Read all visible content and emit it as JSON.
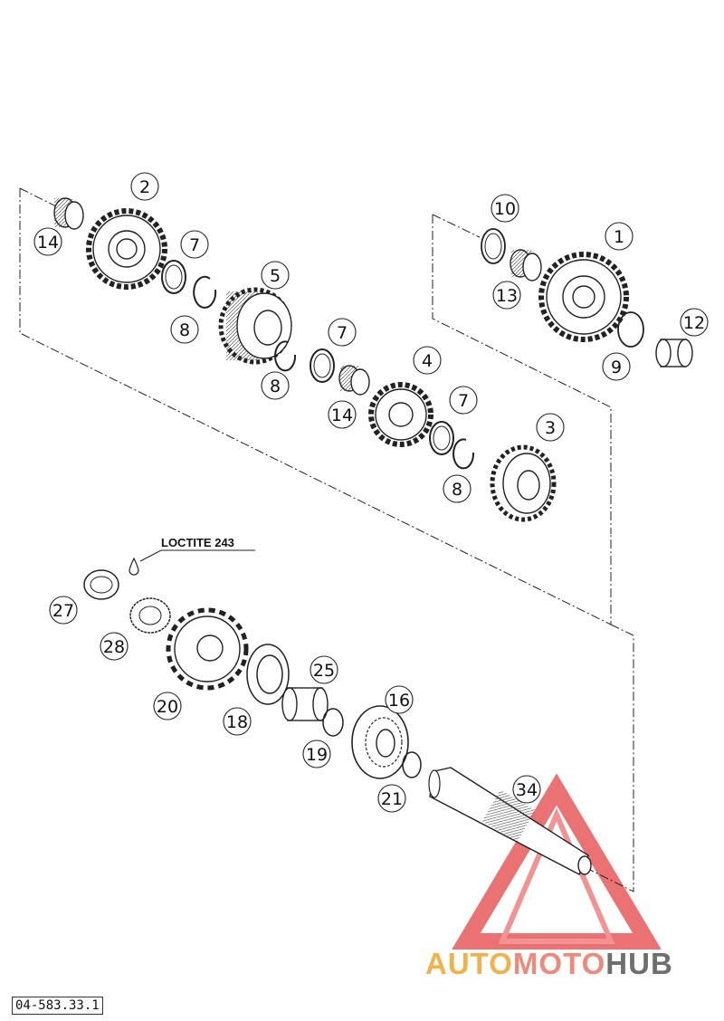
{
  "diagram": {
    "note": "LOCTITE 243",
    "document_number": "04-583.33.1",
    "watermark": {
      "part1": "AUTO",
      "part2": "MOTO",
      "part3": "HUB"
    },
    "callouts": [
      {
        "id": "c14a",
        "label": "14"
      },
      {
        "id": "c2",
        "label": "2"
      },
      {
        "id": "c7a",
        "label": "7"
      },
      {
        "id": "c8a",
        "label": "8"
      },
      {
        "id": "c5",
        "label": "5"
      },
      {
        "id": "c7b",
        "label": "7"
      },
      {
        "id": "c8b",
        "label": "8"
      },
      {
        "id": "c14b",
        "label": "14"
      },
      {
        "id": "c4",
        "label": "4"
      },
      {
        "id": "c7c",
        "label": "7"
      },
      {
        "id": "c8c",
        "label": "8"
      },
      {
        "id": "c3",
        "label": "3"
      },
      {
        "id": "c10",
        "label": "10"
      },
      {
        "id": "c1",
        "label": "1"
      },
      {
        "id": "c13",
        "label": "13"
      },
      {
        "id": "c9",
        "label": "9"
      },
      {
        "id": "c12",
        "label": "12"
      },
      {
        "id": "c27",
        "label": "27"
      },
      {
        "id": "c28",
        "label": "28"
      },
      {
        "id": "c20",
        "label": "20"
      },
      {
        "id": "c18",
        "label": "18"
      },
      {
        "id": "c25",
        "label": "25"
      },
      {
        "id": "c19",
        "label": "19"
      },
      {
        "id": "c16",
        "label": "16"
      },
      {
        "id": "c21",
        "label": "21"
      },
      {
        "id": "c34",
        "label": "34"
      }
    ],
    "colors": {
      "line": "#222222",
      "watermark_red": "#e85a5a",
      "watermark_gold": "#f2b24a",
      "watermark_grey": "#6e6e6e"
    }
  }
}
